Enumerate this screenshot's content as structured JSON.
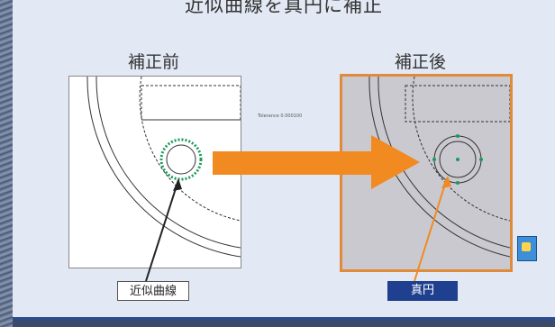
{
  "title": "近似曲線を真円に補正",
  "before_label": "補正前",
  "after_label": "補正後",
  "tolerance_text": "Tolerance 0.000100",
  "callouts": {
    "left": "近似曲線",
    "right": "真円"
  },
  "colors": {
    "arrow": "#f28a22",
    "callout_right_bg": "#1f3f8f",
    "panel_right_border": "#e08a3a",
    "green_points": "#1a9a5a"
  },
  "icons": {
    "badge": "app-icon"
  }
}
